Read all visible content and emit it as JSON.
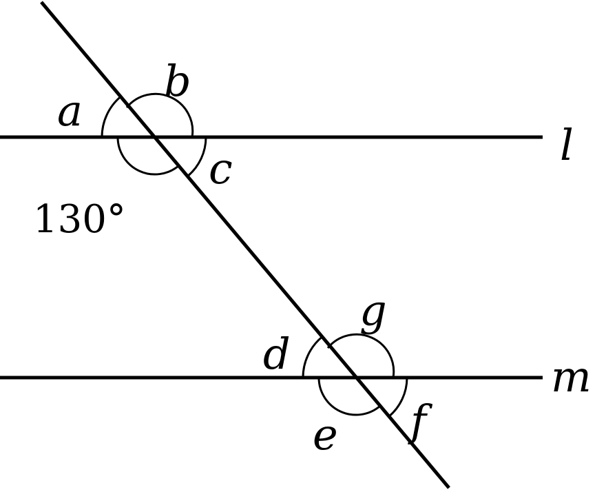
{
  "lines": {
    "l": "l",
    "m": "m"
  },
  "angles": {
    "a": "a",
    "b": "b",
    "c": "c",
    "d": "d",
    "e": "e",
    "f": "f",
    "g": "g"
  },
  "given": {
    "value": "130°"
  },
  "colors": {
    "ink": "#000000",
    "background": "#ffffff"
  }
}
